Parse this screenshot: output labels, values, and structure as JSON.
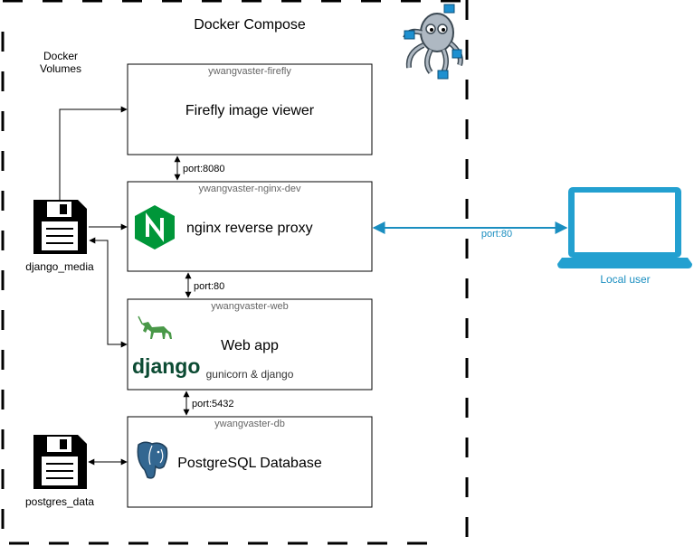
{
  "compose": {
    "title": "Docker Compose",
    "volumes_label_1": "Docker",
    "volumes_label_2": "Volumes"
  },
  "services": {
    "firefly": {
      "name": "ywangvaster-firefly",
      "label": "Firefly image viewer"
    },
    "nginx": {
      "name": "ywangvaster-nginx-dev",
      "label": "nginx reverse proxy"
    },
    "web": {
      "name": "ywangvaster-web",
      "label": "Web app",
      "sublabel": "gunicorn & django",
      "logo_text": "django"
    },
    "db": {
      "name": "ywangvaster-db",
      "label": "PostgreSQL Database"
    }
  },
  "ports": {
    "firefly_nginx": "port:8080",
    "nginx_web": "port:80",
    "web_db": "port:5432",
    "nginx_user": "port:80"
  },
  "volumes": {
    "media": "django_media",
    "postgres": "postgres_data"
  },
  "user": {
    "label": "Local user"
  },
  "colors": {
    "accent": "#1a8ec0",
    "laptop": "#23a0d0",
    "nginx": "#009639",
    "django_green": "#44b78b",
    "django_dark": "#0c4b33",
    "postgres": "#336791"
  }
}
